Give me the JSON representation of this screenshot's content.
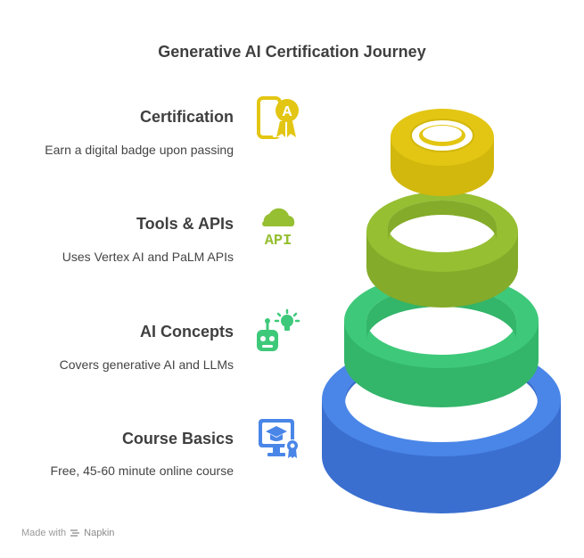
{
  "title": "Generative AI Certification Journey",
  "stages": [
    {
      "key": "certification",
      "title": "Certification",
      "description": "Earn a digital badge upon passing",
      "color": "#e3c613",
      "icon": "badge-icon"
    },
    {
      "key": "tools",
      "title": "Tools & APIs",
      "description": "Uses Vertex AI and PaLM APIs",
      "color": "#96bf32",
      "icon": "cloud-api-icon",
      "icon_text": "API"
    },
    {
      "key": "concepts",
      "title": "AI Concepts",
      "description": "Covers generative AI and LLMs",
      "color": "#3ec97a",
      "icon": "robot-idea-icon"
    },
    {
      "key": "basics",
      "title": "Course Basics",
      "description": "Free, 45-60 minute online course",
      "color": "#4a86e8",
      "icon": "online-course-icon"
    }
  ],
  "footer": {
    "made_with": "Made with",
    "brand": "Napkin"
  }
}
